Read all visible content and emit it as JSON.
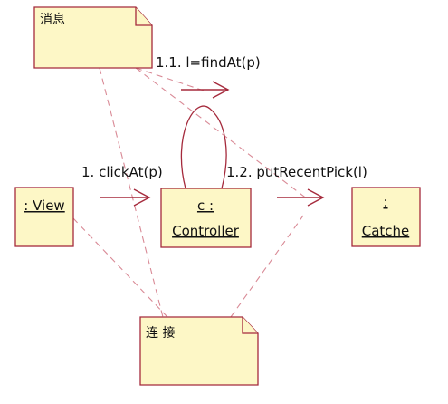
{
  "notes": {
    "message_note": "消息",
    "link_note": "连 接"
  },
  "objects": {
    "view": {
      "line1": ": View"
    },
    "controller": {
      "line1": "c :",
      "line2": "Controller"
    },
    "catche": {
      "line1": ":",
      "line2": "Catche"
    }
  },
  "messages": {
    "m1": "1. clickAt(p)",
    "m1_1": "1.1. l=findAt(p)",
    "m1_2": "1.2. putRecentPick(l)"
  }
}
